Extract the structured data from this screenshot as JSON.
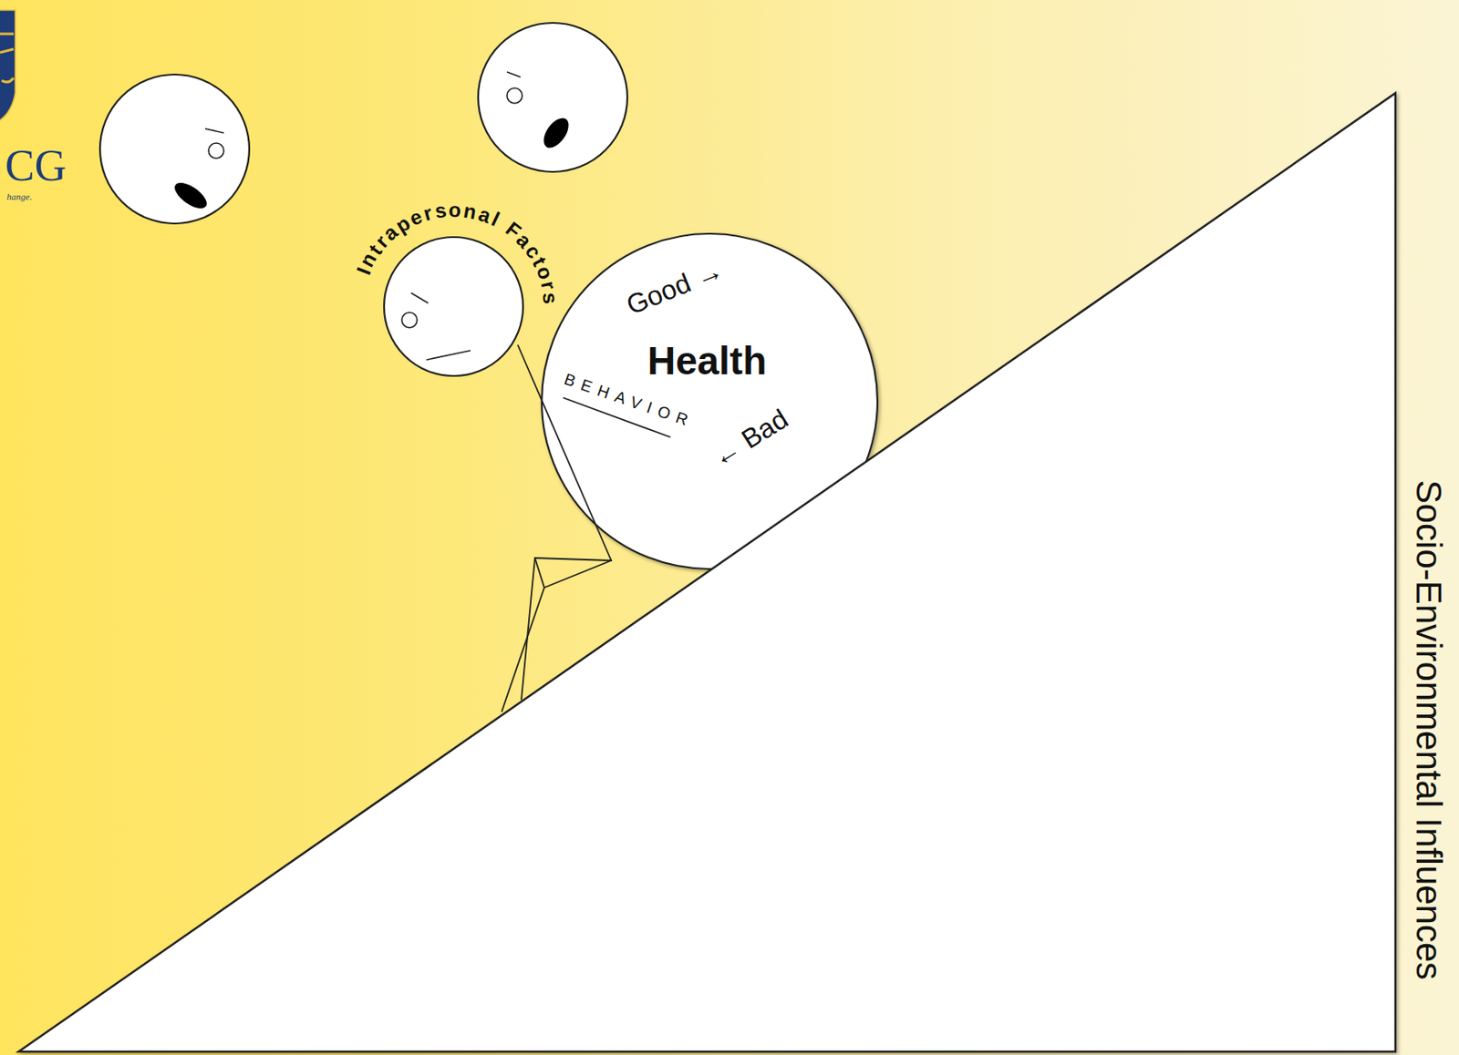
{
  "diagram": {
    "nodes": [
      {
        "text": [
          "Intrapersonal Factors"
        ]
      },
      {
        "text": [
          "Good →",
          "Health",
          "BEHAVIOR",
          "← Bad"
        ]
      },
      {
        "text": [
          "Socio-Environmental Influences"
        ]
      }
    ],
    "labels": [
      "CG",
      "hange."
    ]
  }
}
